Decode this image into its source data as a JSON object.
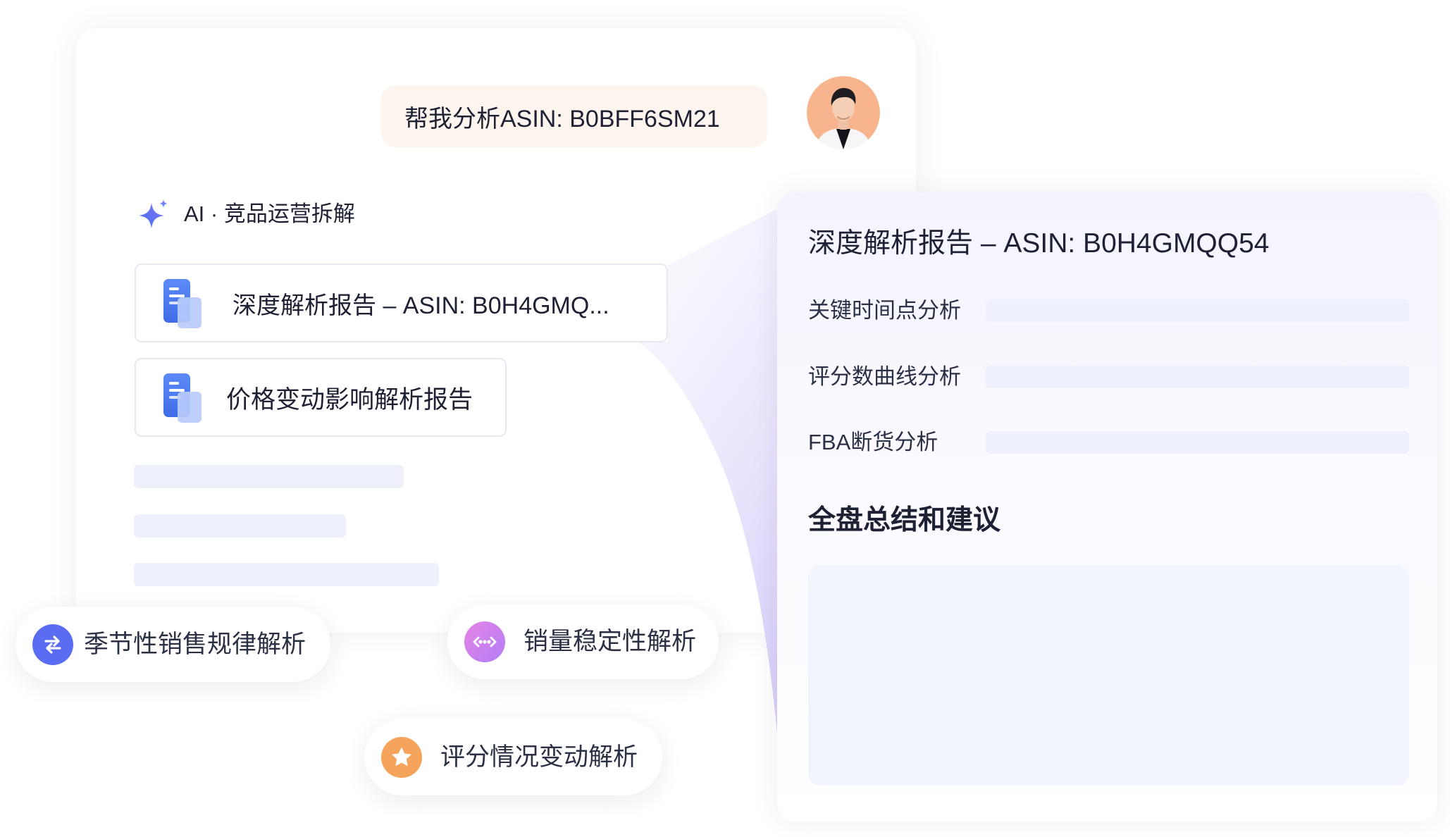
{
  "chat": {
    "user_message": "帮我分析ASIN: B0BFF6SM21",
    "ai_label": "AI · 竞品运营拆解",
    "avatar_icon": "user-avatar",
    "ai_icon": "sparkle-icon"
  },
  "reports": [
    {
      "title": "深度解析报告 – ASIN: B0H4GMQ...",
      "icon": "document-icon"
    },
    {
      "title": "价格变动影响解析报告",
      "icon": "document-icon"
    }
  ],
  "suggestions": [
    {
      "label": "季节性销售规律解析",
      "icon": "swap-arrows-icon",
      "color": "#5a6cf2"
    },
    {
      "label": "销量稳定性解析",
      "icon": "wave-dots-icon",
      "color": "#cf7bef"
    },
    {
      "label": "评分情况变动解析",
      "icon": "star-icon",
      "color": "#f6a35c"
    }
  ],
  "report_panel": {
    "title": "深度解析报告 – ASIN: B0H4GMQQ54",
    "sections": [
      {
        "label": "关键时间点分析"
      },
      {
        "label": "评分数曲线分析"
      },
      {
        "label": "FBA断货分析"
      }
    ],
    "summary_heading": "全盘总结和建议"
  },
  "colors": {
    "user_bubble": "#fff5ef",
    "skeleton": "#eef0fb",
    "document_blue": "#4a7cf5",
    "accent_lavender": "#dcd3fa"
  }
}
